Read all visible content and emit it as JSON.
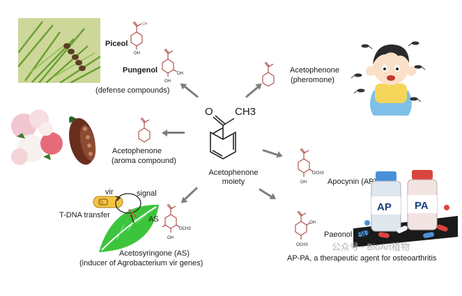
{
  "center": {
    "ketone_group": "O",
    "methyl_group": "CH3",
    "label_line1": "Acetophenone",
    "label_line2": "moiety"
  },
  "defense": {
    "piceol": "Piceol",
    "pungenol": "Pungenol",
    "caption": "(defense compounds)"
  },
  "pheromone": {
    "name": "Acetophenone",
    "caption": "(pheromone)"
  },
  "aroma": {
    "name": "Acetophenone",
    "caption": "(aroma compound)"
  },
  "apocynin": {
    "label": "Apocynin (AP)",
    "methoxy": "OCH3"
  },
  "paeonol": {
    "label": "Paeonol (PA)",
    "methoxy": "OCH3",
    "caption": "AP-PA, a therapeutic agent for osteoarthritis"
  },
  "agro": {
    "vir": "vir",
    "signal": "signal",
    "tdna": "T-DNA transfer",
    "as_tag": "AS",
    "ti": "Ti",
    "name": "Acetosyringone (AS)",
    "caption": "(inducer of Agrobacterium vir genes)",
    "methoxy": "OCH3"
  },
  "vials": {
    "ap": "AP",
    "pa": "PA"
  },
  "watermark": "公众号 · BioArt植物",
  "colors": {
    "structure": "#a8453c",
    "arrow": "#7d7d7d",
    "leaf": "#3cc43c",
    "vial_blue": "#4a90d9",
    "vial_red": "#d9453c"
  }
}
